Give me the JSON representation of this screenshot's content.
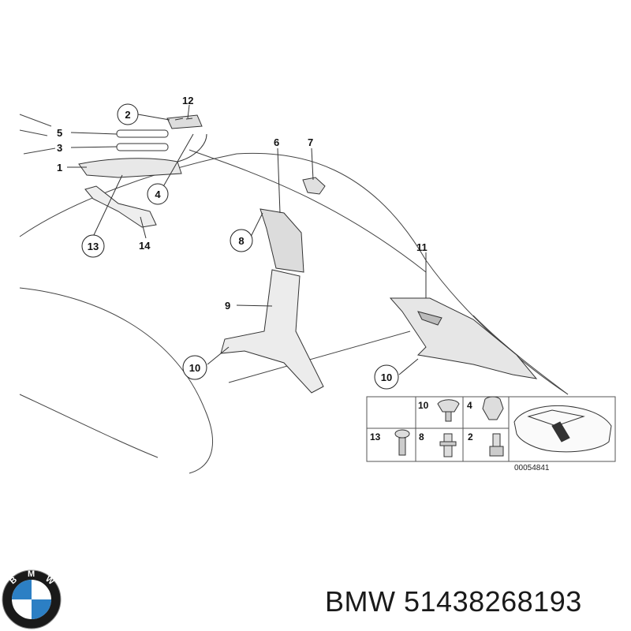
{
  "callouts": [
    {
      "id": "c12",
      "text": "12",
      "circled": false
    },
    {
      "id": "c2",
      "text": "2",
      "circled": true
    },
    {
      "id": "c5",
      "text": "5",
      "circled": false
    },
    {
      "id": "c3",
      "text": "3",
      "circled": false
    },
    {
      "id": "c1",
      "text": "1",
      "circled": false
    },
    {
      "id": "c4",
      "text": "4",
      "circled": true
    },
    {
      "id": "c13",
      "text": "13",
      "circled": true
    },
    {
      "id": "c14",
      "text": "14",
      "circled": false
    },
    {
      "id": "c6",
      "text": "6",
      "circled": false
    },
    {
      "id": "c7",
      "text": "7",
      "circled": false
    },
    {
      "id": "c8",
      "text": "8",
      "circled": true
    },
    {
      "id": "c9",
      "text": "9",
      "circled": false
    },
    {
      "id": "c10a",
      "text": "10",
      "circled": true
    },
    {
      "id": "c11",
      "text": "11",
      "circled": false
    },
    {
      "id": "c10b",
      "text": "10",
      "circled": true
    }
  ],
  "legend": {
    "cells": [
      "10",
      "4",
      "13",
      "8",
      "2"
    ],
    "diagram_code": "00054841"
  },
  "logo": {
    "letters": [
      "B",
      "M",
      "W"
    ],
    "colors": {
      "ring": "#111111",
      "blue": "#2c7fc4",
      "white": "#ffffff"
    }
  },
  "brand": "BMW",
  "part_number": "51438268193"
}
